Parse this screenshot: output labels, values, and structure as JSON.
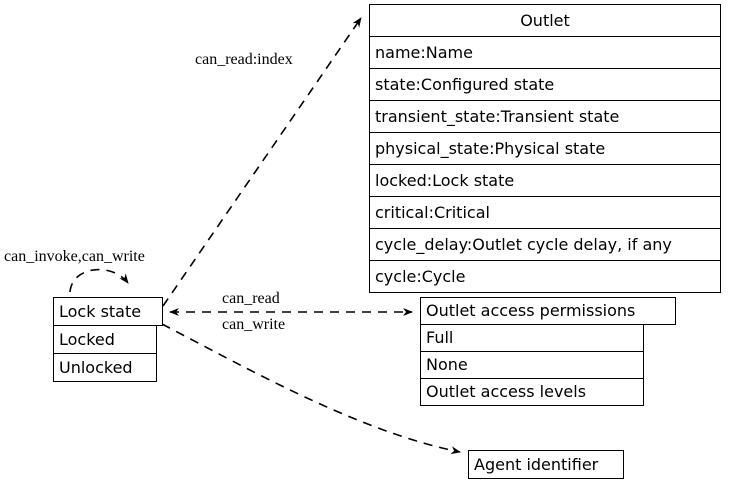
{
  "diagram": {
    "type": "entity-relationship-uml",
    "background": "#ffffff",
    "stroke": "#000000"
  },
  "entities": {
    "outlet": {
      "title": "Outlet",
      "attributes": [
        "name:Name",
        "state:Configured state",
        "transient_state:Transient state",
        "physical_state:Physical state",
        "locked:Lock state",
        "critical:Critical",
        "cycle_delay:Outlet cycle delay, if any",
        "cycle:Cycle"
      ]
    },
    "lock_state": {
      "title": "Lock state",
      "attributes": [
        "Locked",
        "Unlocked"
      ]
    },
    "outlet_access_permissions": {
      "title": "Outlet access permissions",
      "attributes": [
        "Full",
        "None",
        "Outlet access levels"
      ]
    },
    "agent_identifier": {
      "title": "Agent identifier",
      "attributes": []
    }
  },
  "edges": [
    {
      "id": "lock-state-to-outlet",
      "label": "can_read:index",
      "from": "lock_state",
      "to": "outlet",
      "style": "dashed",
      "arrow": "to"
    },
    {
      "id": "lock-state-self-loop",
      "label": "can_invoke,can_write",
      "from": "lock_state",
      "to": "lock_state",
      "style": "dashed",
      "arrow": "to"
    },
    {
      "id": "lock-state-to-permissions",
      "label_top": "can_read",
      "label_bottom": "can_write",
      "from": "lock_state",
      "to": "outlet_access_permissions",
      "style": "dashed",
      "arrow": "both"
    },
    {
      "id": "lock-state-to-agent",
      "label": "",
      "from": "lock_state",
      "to": "agent_identifier",
      "style": "dashed",
      "arrow": "to"
    }
  ]
}
